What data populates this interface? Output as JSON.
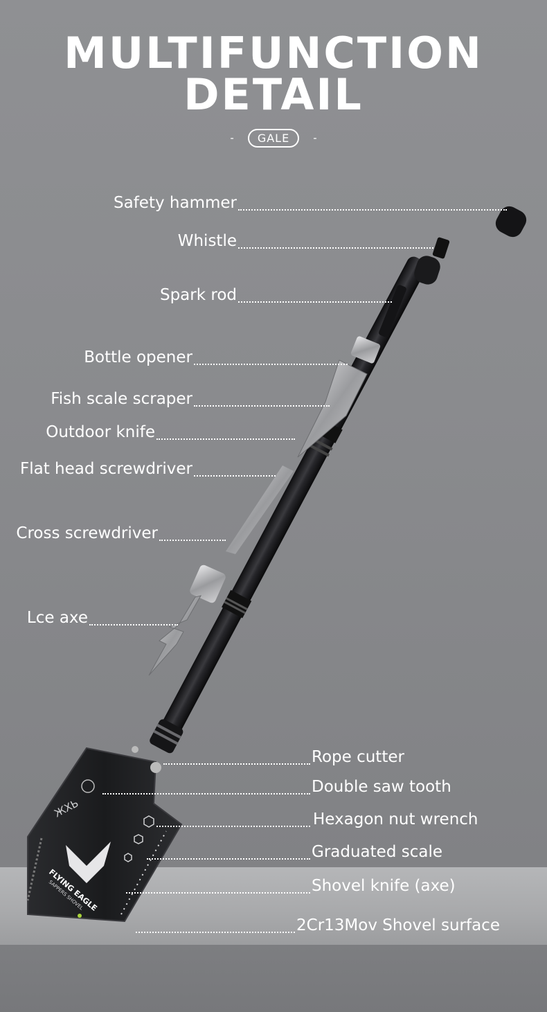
{
  "title_line1": "MULTIFUNCTION",
  "title_line2": "DETAIL",
  "brand": {
    "name": "GALE",
    "dash_left": "-",
    "dash_right": "-"
  },
  "left_labels": [
    "Safety hammer",
    "Whistle",
    "Spark rod",
    "Bottle opener",
    "Fish scale scraper",
    "Outdoor knife",
    "Flat head screwdriver",
    "Cross screwdriver",
    "Lce axe"
  ],
  "right_labels": [
    "Rope cutter",
    "Double saw tooth",
    "Hexagon nut wrench",
    "Graduated scale",
    "Shovel knife (axe)",
    "2Cr13Mov Shovel surface"
  ],
  "shovel_print": {
    "brand": "FLYING EAGLE",
    "sub": "SAPPERS SHOVEL",
    "glyphs": "ЖХЬ"
  },
  "colors": {
    "background": "#8a8b8e",
    "floor": "#b0b1b3",
    "text": "#ffffff",
    "tool_black": "#1c1c1e"
  }
}
